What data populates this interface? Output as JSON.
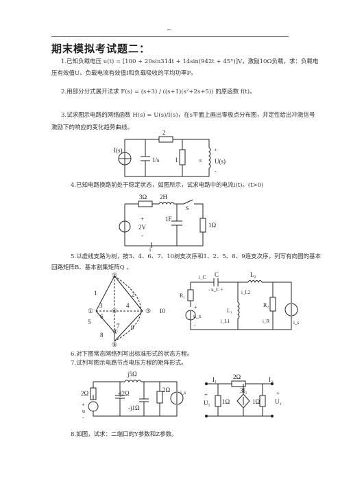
{
  "header": {
    "mark": "–",
    "title": "期末模拟考试题二："
  },
  "questions": {
    "q1_line1": "1.已知负载电压 u(t) = [100 + 20sin314t + 14sin(942t + 45°)]V，激励10Ω负载，求：负载电",
    "q1_line2": "压有效值U、负载电流有效值I和负载吸收的平均功率P。",
    "q2": "2.用部分分式展开法求 F(s) = (s+3) / ((s+1)(s²+2s+5)) 的原函数 f(t)。",
    "q3_line1": "3.试求图示电路的网络函数 H(s) = U(s)/I(s)，在s平面上画出零极点分布图，并定性给出冲激信号",
    "q3_line2": "激励下的响应的变化趋势曲线。",
    "q4": "4.已知电路换路前处于稳定状态，如图所示，试求电路中的电流i(t)。(t>0)",
    "q5_line1": "5.以虚线支路为树，按3、4、6、7、10树支次序和1、2、5、8、9连支次序，列写有向图的基本",
    "q5_line2": "回路矩阵B、基本割集矩阵Q 。",
    "q6": "6.对下图常态网络列写出标准形式的状态方程。",
    "q7": "7.试列写图示电路节点电压方程的矩阵形式。",
    "q8": "8.如图，试求：二端口的Y参数和Z参数。"
  },
  "fig3": {
    "source": "I(s)",
    "r_top": "2",
    "cap": "1/s",
    "r_mid": "1",
    "ind": "s",
    "out_plus": "+",
    "out": "U(s)",
    "out_minus": "-"
  },
  "fig4": {
    "r1": "3Ω",
    "l": "2H",
    "sw": "S",
    "plus": "+",
    "src": "2V",
    "minus": "-",
    "cap": "1F",
    "r2": "1Ω",
    "cur": "i"
  },
  "fig5": {
    "nodes": [
      "①",
      "②",
      "③",
      "④",
      "⑤",
      "⑥"
    ],
    "branches": [
      "1",
      "2",
      "3",
      "4",
      "5",
      "6",
      "7",
      "8",
      "9",
      "10"
    ]
  },
  "fig6": {
    "ic": "i_C",
    "c": "C",
    "l2": "L₂",
    "uc": "- u_C +",
    "il2": "i_L2",
    "r1": "R₁",
    "plus": "+",
    "us": "u_s",
    "minus": "-",
    "l1": "L₁",
    "il1": "i_L1",
    "r2": "R₂",
    "ir": "i_R",
    "is": "i_s"
  },
  "fig7": {
    "l": "j5Ω",
    "r1": "2Ω",
    "c1": "-j2Ω",
    "c2": "-j1Ω",
    "r2": "2Ω",
    "is": "i_s",
    "plus": "+",
    "u": "u",
    "minus": "-"
  },
  "fig8": {
    "i1": "I₁",
    "r_top": "2Ω",
    "i2": "I₂",
    "plus1": "+",
    "u1": "U₁",
    "r1": "1Ω",
    "dep": "3I₁",
    "r2": "1Ω",
    "u2": "U₂",
    "plus2": "+"
  }
}
